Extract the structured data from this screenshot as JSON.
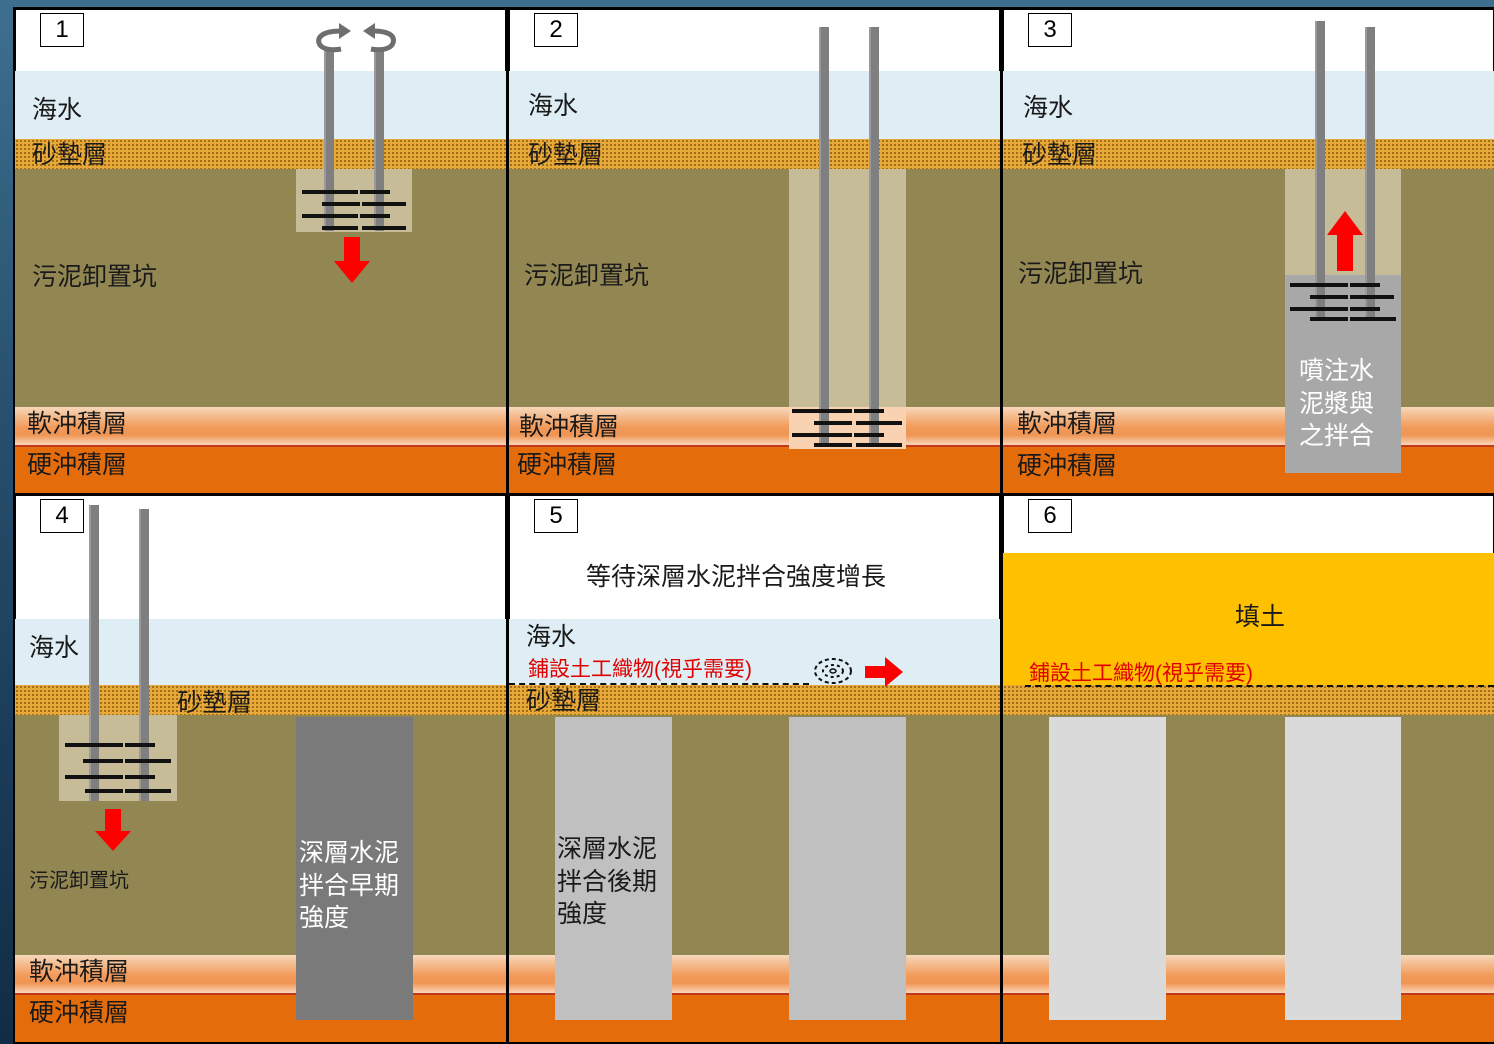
{
  "panels": [
    {
      "number": "1",
      "sea": "海水",
      "sand": "砂墊層",
      "sludge": "污泥卸置坑",
      "soft": "軟沖積層",
      "hard": "硬沖積層"
    },
    {
      "number": "2",
      "sea": "海水",
      "sand": "砂墊層",
      "sludge": "污泥卸置坑",
      "soft": "軟沖積層",
      "hard": "硬沖積層"
    },
    {
      "number": "3",
      "sea": "海水",
      "sand": "砂墊層",
      "sludge": "污泥卸置坑",
      "soft": "軟沖積層",
      "hard": "硬沖積層",
      "grout_label": "噴注水泥漿與之拌合"
    },
    {
      "number": "4",
      "sea": "海水",
      "sand": "砂墊層",
      "sludge": "污泥卸置坑",
      "soft": "軟沖積層",
      "hard": "硬沖積層",
      "column_label": "深層水泥拌合早期強度"
    },
    {
      "number": "5",
      "wait_title": "等待深層水泥拌合強度增長",
      "sea": "海水",
      "geotextile": "鋪設土工織物(視乎需要)",
      "sand": "砂墊層",
      "column_label": "深層水泥拌合後期強度"
    },
    {
      "number": "6",
      "fill": "填土",
      "geotextile": "鋪設土工織物(視乎需要)"
    }
  ],
  "colors": {
    "sea": "#deeef4",
    "sand": "#e7a93a",
    "sludge": "#928753",
    "soft": "#f29b5c",
    "hard": "#e46c0b",
    "fill": "#ffc000",
    "arrow": "#ff0000",
    "geotextile_text": "#e00000"
  }
}
